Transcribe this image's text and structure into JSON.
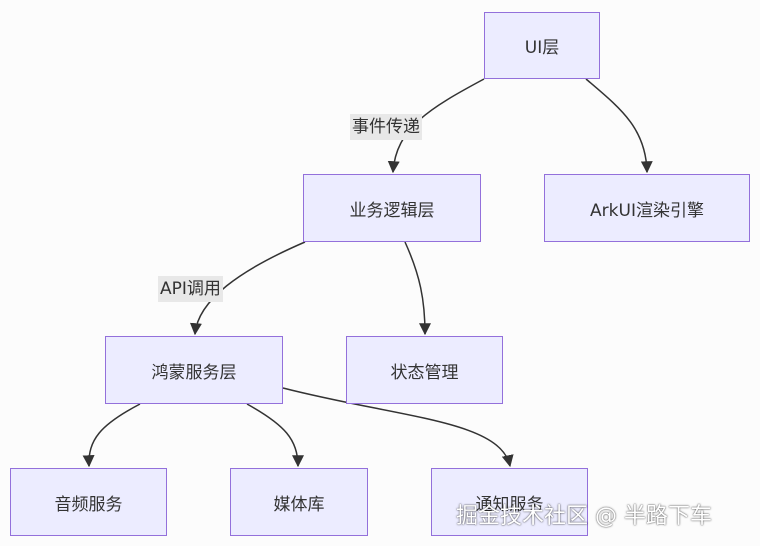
{
  "diagram": {
    "nodes": [
      {
        "id": "ui",
        "label": "UI层"
      },
      {
        "id": "biz",
        "label": "业务逻辑层"
      },
      {
        "id": "arkui",
        "label": "ArkUI渲染引擎"
      },
      {
        "id": "hm",
        "label": "鸿蒙服务层"
      },
      {
        "id": "state",
        "label": "状态管理"
      },
      {
        "id": "audio",
        "label": "音频服务"
      },
      {
        "id": "media",
        "label": "媒体库"
      },
      {
        "id": "notify",
        "label": "通知服务"
      }
    ],
    "edges": [
      {
        "from": "ui",
        "to": "biz",
        "label": "事件传递"
      },
      {
        "from": "ui",
        "to": "arkui",
        "label": ""
      },
      {
        "from": "biz",
        "to": "hm",
        "label": "API调用"
      },
      {
        "from": "biz",
        "to": "state",
        "label": ""
      },
      {
        "from": "hm",
        "to": "audio",
        "label": ""
      },
      {
        "from": "hm",
        "to": "media",
        "label": ""
      },
      {
        "from": "hm",
        "to": "notify",
        "label": ""
      }
    ]
  },
  "watermark": "掘金技术社区 @ 半路下车",
  "colors": {
    "node_fill": "#ececff",
    "node_stroke": "#9370db",
    "edge": "#333333",
    "edge_label_bg": "#e8e8e8"
  }
}
